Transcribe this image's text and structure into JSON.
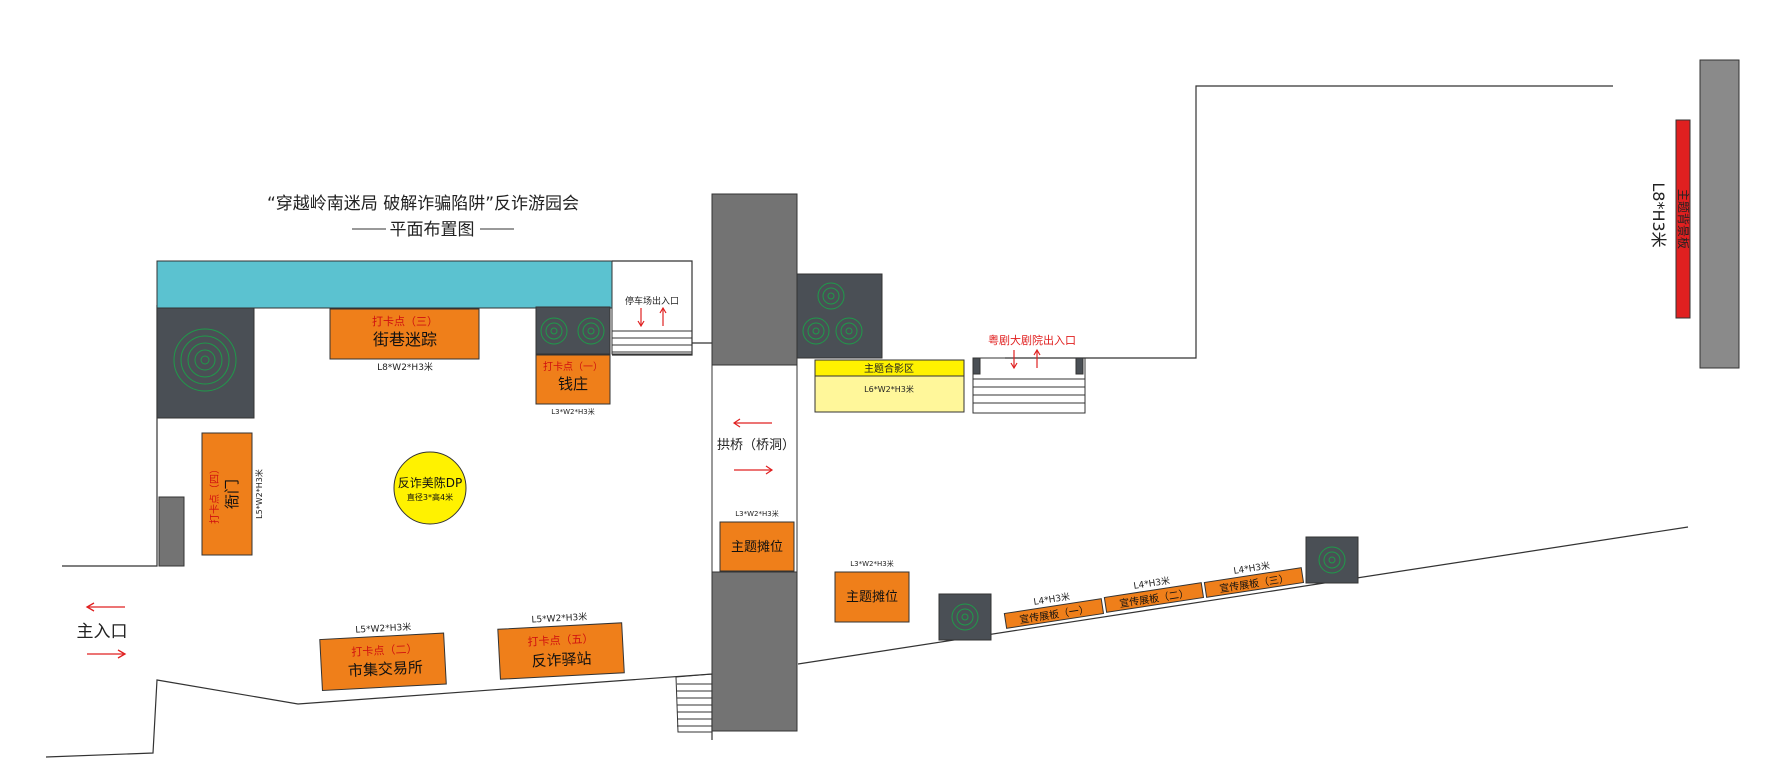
{
  "title": {
    "line1": "“穿越岭南迷局 破解诈骗陷阱”反诈游园会",
    "line2": "平面布置图"
  },
  "colors": {
    "orange": "#ef7f1a",
    "teal": "#5bc2d0",
    "dark_block": "#4a4f55",
    "gray_pillar": "#737373",
    "yellow": "#fff200",
    "pale_yellow": "#fff79a",
    "red": "#e02020",
    "spiral": "#1f9a4a"
  },
  "labels": {
    "main_entrance": "主入口",
    "parking_exit": "停车场出入口",
    "opera_exit": "粤剧大剧院出入口",
    "arch_bridge": "拱桥（桥洞）",
    "backdrop_title": "主题背景板",
    "backdrop_size": "L8*H3米",
    "photo_zone": "主题合影区",
    "photo_zone_size": "L6*W2*H3米"
  },
  "checkpoints": {
    "cp3": {
      "tag": "打卡点（三）",
      "name": "街巷迷踪",
      "size": "L8*W2*H3米"
    },
    "cp1": {
      "tag": "打卡点（一）",
      "name": "钱庄",
      "size": "L3*W2*H3米"
    },
    "cp4": {
      "tag": "打卡点（四）",
      "name": "衙门",
      "size": "L5*W2*H3米"
    },
    "cp2": {
      "tag": "打卡点（二）",
      "name": "市集交易所",
      "size": "L5*W2*H3米"
    },
    "cp5": {
      "tag": "打卡点（五）",
      "name": "反诈驿站",
      "size": "L5*W2*H3米"
    }
  },
  "dp": {
    "name": "反诈美陈DP",
    "size": "直径3*高4米"
  },
  "stalls": {
    "stall1": {
      "name": "主题摊位",
      "size": "L3*W2*H3米"
    },
    "stall2": {
      "name": "主题摊位",
      "size": "L3*W2*H3米"
    }
  },
  "boards": [
    {
      "name": "宣传展板（一）",
      "size": "L4*H3米"
    },
    {
      "name": "宣传展板（二）",
      "size": "L4*H3米"
    },
    {
      "name": "宣传展板（三）",
      "size": "L4*H3米"
    }
  ]
}
